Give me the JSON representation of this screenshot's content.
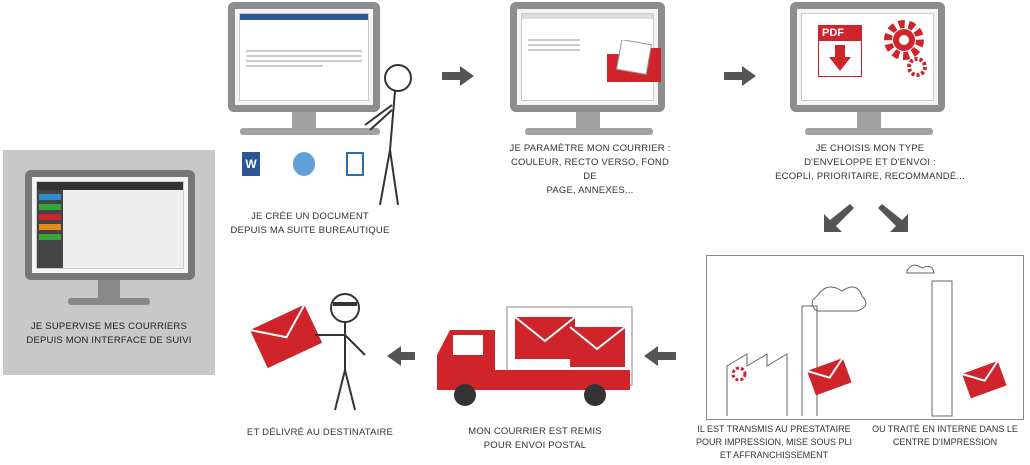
{
  "steps": {
    "supervise": "JE SUPERVISE MES COURRIERS\nDEPUIS MON INTERFACE DE SUIVI",
    "create": "JE CRÉE UN DOCUMENT\nDEPUIS MA SUITE BUREAUTIQUE",
    "configure": "JE PARAMÈTRE MON COURRIER :\nCOULEUR, RECTO VERSO, FOND DE\nPAGE, ANNEXES...",
    "choose": "JE CHOISIS MON TYPE\nD'ENVELOPPE ET D'ENVOI :\nECOPLI, PRIORITAIRE, RECOMMANDÉ...",
    "provider": "IL EST TRANSMIS AU PRESTATAIRE\nPOUR IMPRESSION, MISE SOUS PLI\nET AFFRANCHISSEMENT",
    "internal": "OU TRAITÉ EN INTERNE DANS LE\nCENTRE D'IMPRESSION",
    "postal": "MON COURRIER EST REMIS\nPOUR ENVOI POSTAL",
    "delivered": "ET DÉLIVRÉ AU DESTINATAIRE"
  },
  "pdf_label": "PDF",
  "word_label": "W",
  "colors": {
    "accent": "#d0242b",
    "grey": "#8d8d8d"
  }
}
